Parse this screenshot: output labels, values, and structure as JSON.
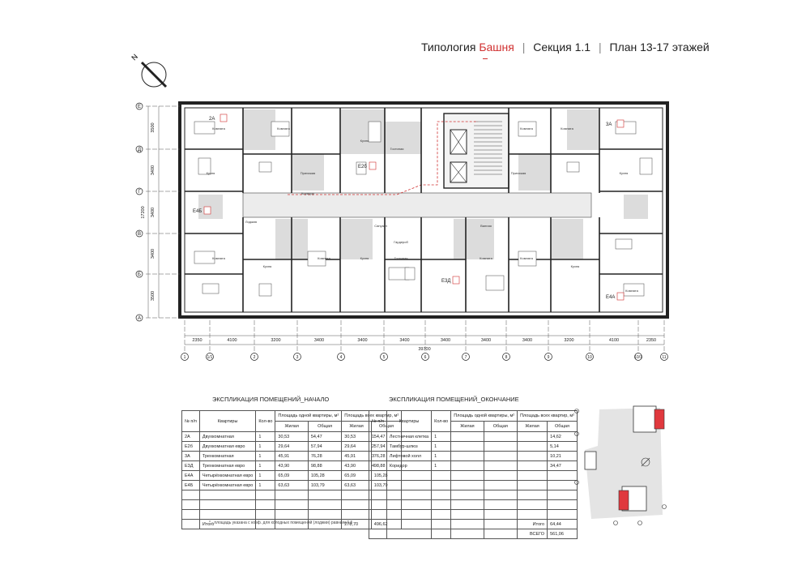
{
  "header": {
    "label_typology": "Типология",
    "tower": "Башня",
    "section": "Секция 1.1",
    "plan": "План 13-17 этажей"
  },
  "colors": {
    "accent": "#d03030",
    "line": "#222222",
    "gray_fill": "#d9d9d9"
  },
  "north_label": "N",
  "grid_rows": [
    "Е",
    "Д",
    "Г",
    "В",
    "Б",
    "А"
  ],
  "row_dims": [
    "3500",
    "3400",
    "3400",
    "3400",
    "3500"
  ],
  "total_height_dim": "17200",
  "grid_cols": [
    "1",
    "1/1",
    "2",
    "3",
    "4",
    "5",
    "6",
    "7",
    "8",
    "9",
    "10",
    "10/1",
    "11"
  ],
  "col_dims": [
    "2350",
    "4100",
    "3200",
    "3400",
    "3400",
    "3400",
    "3400",
    "3400",
    "3400",
    "3200",
    "4100",
    "2350"
  ],
  "total_width_dim": "39700",
  "apartment_tags": [
    "2А",
    "Е2б",
    "3А",
    "Е4Б",
    "Е3Д",
    "Е4А"
  ],
  "room_labels": [
    "Комната",
    "Кухня",
    "Гостиная",
    "Санузел",
    "Ванная",
    "Прихожая",
    "Коридор",
    "Лоджия",
    "Гардероб"
  ],
  "table_left": {
    "title": "ЭКСПЛИКАЦИЯ ПОМЕЩЕНИЙ_НАЧАЛО",
    "headers": {
      "num": "№ п/п",
      "name": "Квартиры",
      "count": "Кол-во",
      "area_one": "Площадь одной квартиры, м²",
      "area_all": "Площадь всех квартир, м²",
      "living": "Жилая",
      "total": "Общая"
    },
    "rows": [
      [
        "2А",
        "Двухкомнатная",
        "1",
        "30,53",
        "54,47",
        "30,53",
        "54,47"
      ],
      [
        "Е2б",
        "Двухкомнатная евро",
        "1",
        "29,64",
        "57,94",
        "29,64",
        "57,94"
      ],
      [
        "3А",
        "Трехкомнатная",
        "1",
        "45,91",
        "76,28",
        "45,91",
        "76,28"
      ],
      [
        "Е3Д",
        "Трехкомнатная евро",
        "1",
        "43,90",
        "98,88",
        "43,90",
        "98,88"
      ],
      [
        "Е4А",
        "Четырёхкомнатная евро",
        "1",
        "65,09",
        "105,28",
        "65,09",
        "105,28"
      ],
      [
        "Е4Б",
        "Четырёхкомнатная евро",
        "1",
        "63,63",
        "103,79",
        "63,63",
        "103,79"
      ]
    ],
    "total_label": "Итого",
    "total_living": "278,70",
    "total_all": "496,62",
    "footnote": "* - площадь указана с коэф. для холодных помещений (лоджии) равным 0,5"
  },
  "table_right": {
    "title": "ЭКСПЛИКАЦИЯ ПОМЕЩЕНИЙ_ОКОНЧАНИЕ",
    "rows": [
      [
        "1",
        "Лестничная клетка",
        "1",
        "14,62"
      ],
      [
        "2",
        "Тамбур-шлюз",
        "1",
        "5,14"
      ],
      [
        "3",
        "Лифтовой холл",
        "1",
        "10,21"
      ],
      [
        "4",
        "Коридор",
        "1",
        "34,47"
      ]
    ],
    "total_label": "Итого",
    "total": "64,44",
    "grand_label": "ВСЕГО",
    "grand_total": "561,06"
  }
}
